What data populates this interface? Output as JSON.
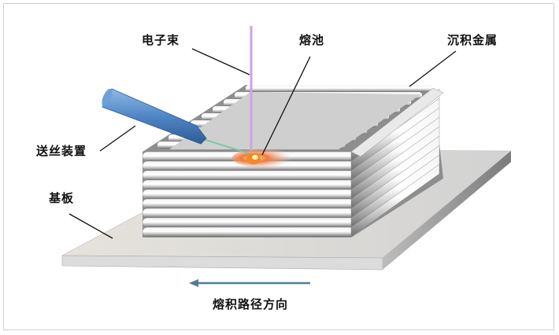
{
  "labels": {
    "electron_beam": "电子束",
    "melt_pool": "熔池",
    "deposited_metal": "沉积金属",
    "wire_feeder": "送丝装置",
    "substrate": "基板",
    "deposition_direction": "熔积路径方向"
  },
  "colors": {
    "beam": "#c9a6e0",
    "wire_feeder": "#4f86c6",
    "melt_pool": "#f07a3a",
    "arrow": "#4f7d98",
    "leader": "#111111"
  }
}
